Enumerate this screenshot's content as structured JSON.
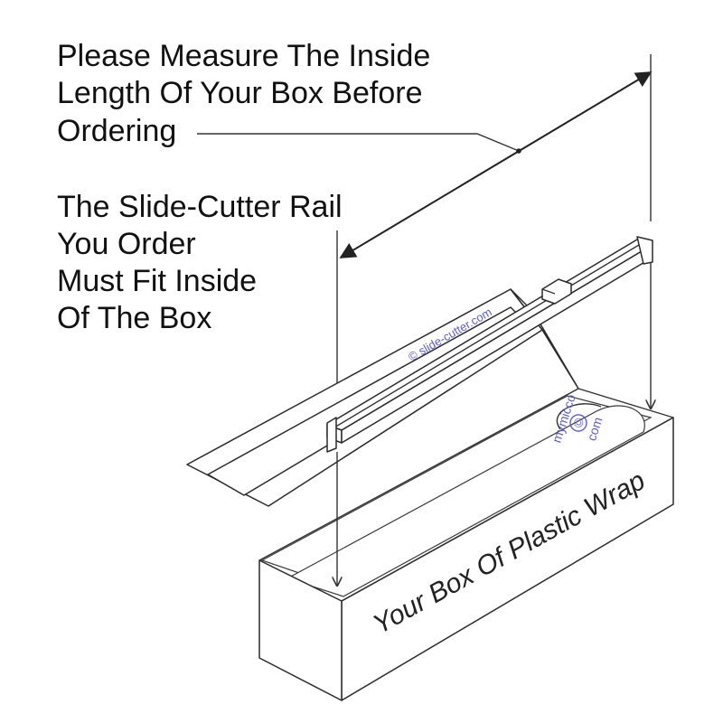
{
  "instructions": {
    "measure_lines": [
      "Please Measure The Inside",
      "Length Of Your Box Before",
      "Ordering"
    ],
    "fit_lines": [
      "The Slide-Cutter Rail",
      "You Order",
      "Must Fit Inside",
      "Of The Box"
    ]
  },
  "box": {
    "label": "Your Box Of Plastic Wrap"
  },
  "watermarks": {
    "site": "© slide-cutter.com",
    "mymicco_top": "mymicco",
    "mymicco_symbol": "©",
    "mymicco_bottom": "com"
  }
}
